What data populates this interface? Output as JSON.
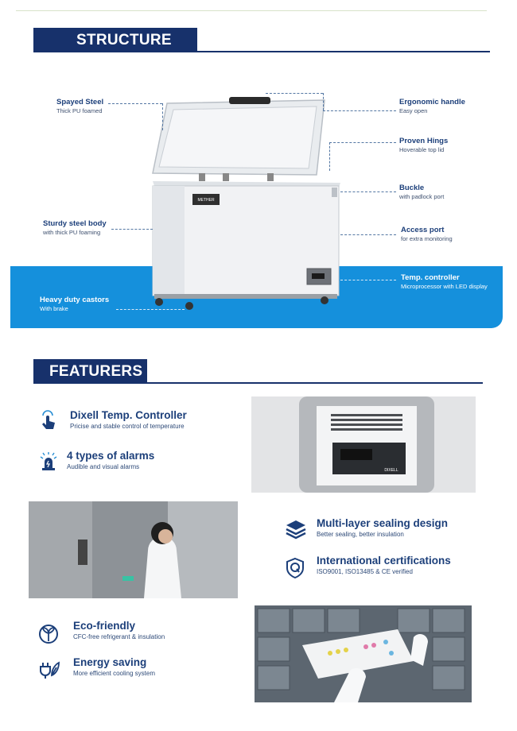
{
  "structure": {
    "title": "STRUCTURE",
    "callouts": {
      "sprayed_steel": {
        "title": "Spayed Steel",
        "sub": "Thick PU foamed"
      },
      "sturdy_body": {
        "title": "Sturdy steel body",
        "sub": "with thick PU foaming"
      },
      "castors": {
        "title": "Heavy duty castors",
        "sub": "With brake"
      },
      "handle": {
        "title": "Ergonomic handle",
        "sub": "Easy open"
      },
      "hinges": {
        "title": "Proven Hings",
        "sub": "Hoverable top lid"
      },
      "buckle": {
        "title": "Buckle",
        "sub": "with padlock port"
      },
      "access_port": {
        "title": "Access port",
        "sub": "for extra monitoring"
      },
      "temp_controller": {
        "title": "Temp. controller",
        "sub": "Microprocessor with LED display"
      }
    },
    "brand_plate": "METHER"
  },
  "features": {
    "title": "FEATURERS",
    "items": {
      "dixell": {
        "title": "Dixell Temp. Controller",
        "sub": "Pricise and stable control of temperature",
        "icon": "touch-icon"
      },
      "alarms": {
        "title": "4 types of alarms",
        "sub": "Audible and visual alarms",
        "icon": "alarm-icon"
      },
      "sealing": {
        "title": "Multi-layer sealing design",
        "sub": "Better sealing, better insulation",
        "icon": "layers-icon"
      },
      "certs": {
        "title": "International certifications",
        "sub": "ISO9001, ISO13485 & CE verified",
        "icon": "quality-shield-icon"
      },
      "eco": {
        "title": "Eco-friendly",
        "sub": "CFC-free refrigerant & insulation",
        "icon": "eco-icon"
      },
      "energy": {
        "title": "Energy saving",
        "sub": "More efficient cooling system",
        "icon": "plug-leaf-icon"
      }
    },
    "controller_brand": "DIXELL"
  },
  "colors": {
    "navy": "#17316b",
    "band_blue": "#1590dc",
    "text_blue": "#1c3f7a"
  }
}
